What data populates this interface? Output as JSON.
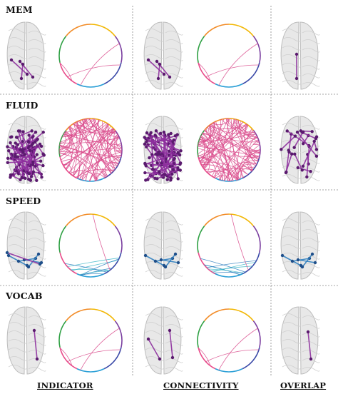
{
  "rows": [
    {
      "label": "MEM",
      "circle_lines": "sparse",
      "brain_lines": "few"
    },
    {
      "label": "FLUID",
      "circle_lines": "dense",
      "brain_lines": "many"
    },
    {
      "label": "SPEED",
      "circle_lines": "arcs-bottom",
      "brain_lines": "few"
    },
    {
      "label": "VOCAB",
      "circle_lines": "sparse",
      "brain_lines": "few"
    }
  ],
  "columns": [
    {
      "label": "INDICATOR"
    },
    {
      "label": "CONNECTIVITY"
    },
    {
      "label": "OVERLAP"
    }
  ],
  "colors": {
    "ring_segments": [
      "#f2b705",
      "#7b3fa0",
      "#3b4aa8",
      "#2a9fd6",
      "#e94b8a",
      "#2ea043",
      "#f28c28"
    ],
    "edge_purple": "#8e2f9e",
    "edge_pink": "#d94b8c",
    "edge_blue": "#2f7fbf",
    "edge_teal": "#3fb8c9",
    "brain_fill": "#e8e8e8",
    "brain_stroke": "#bcbcbc",
    "divider": "#888888"
  }
}
